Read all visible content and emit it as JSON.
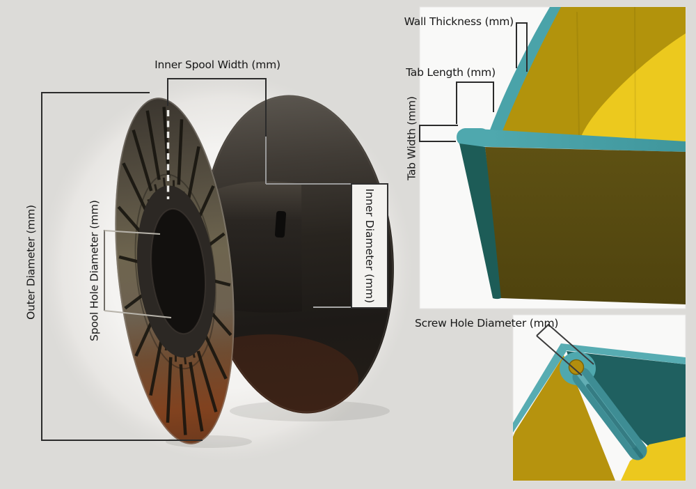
{
  "labels": {
    "inner_spool_width": "Inner Spool Width (mm)",
    "outer_diameter": "Outer Diameter (mm)",
    "spool_hole_diameter": "Spool Hole Diameter (mm)",
    "inner_diameter": "Inner Diameter (mm)",
    "wall_thickness": "Wall Thickness (mm)",
    "tab_length": "Tab Length (mm)",
    "tab_width": "Tab Width (mm)",
    "screw_hole_diameter": "Screw Hole Diameter (mm)"
  },
  "colors": {
    "background": "#dcdbd8",
    "panel_white": "#f9f9f8",
    "annotation_line": "#2b2b2b",
    "teal_light": "#4fa8ae",
    "teal_dark": "#1f6060",
    "teal_edge_dark": "#1d5c57",
    "yellow_bright": "#ecc91e",
    "yellow_gold": "#b2930c",
    "olive_interior": "#5c4f12",
    "screw_hole_yellow": "#b28e0e",
    "spool_black": "#1b1815",
    "spool_red_tint": "#8c3f1f"
  }
}
